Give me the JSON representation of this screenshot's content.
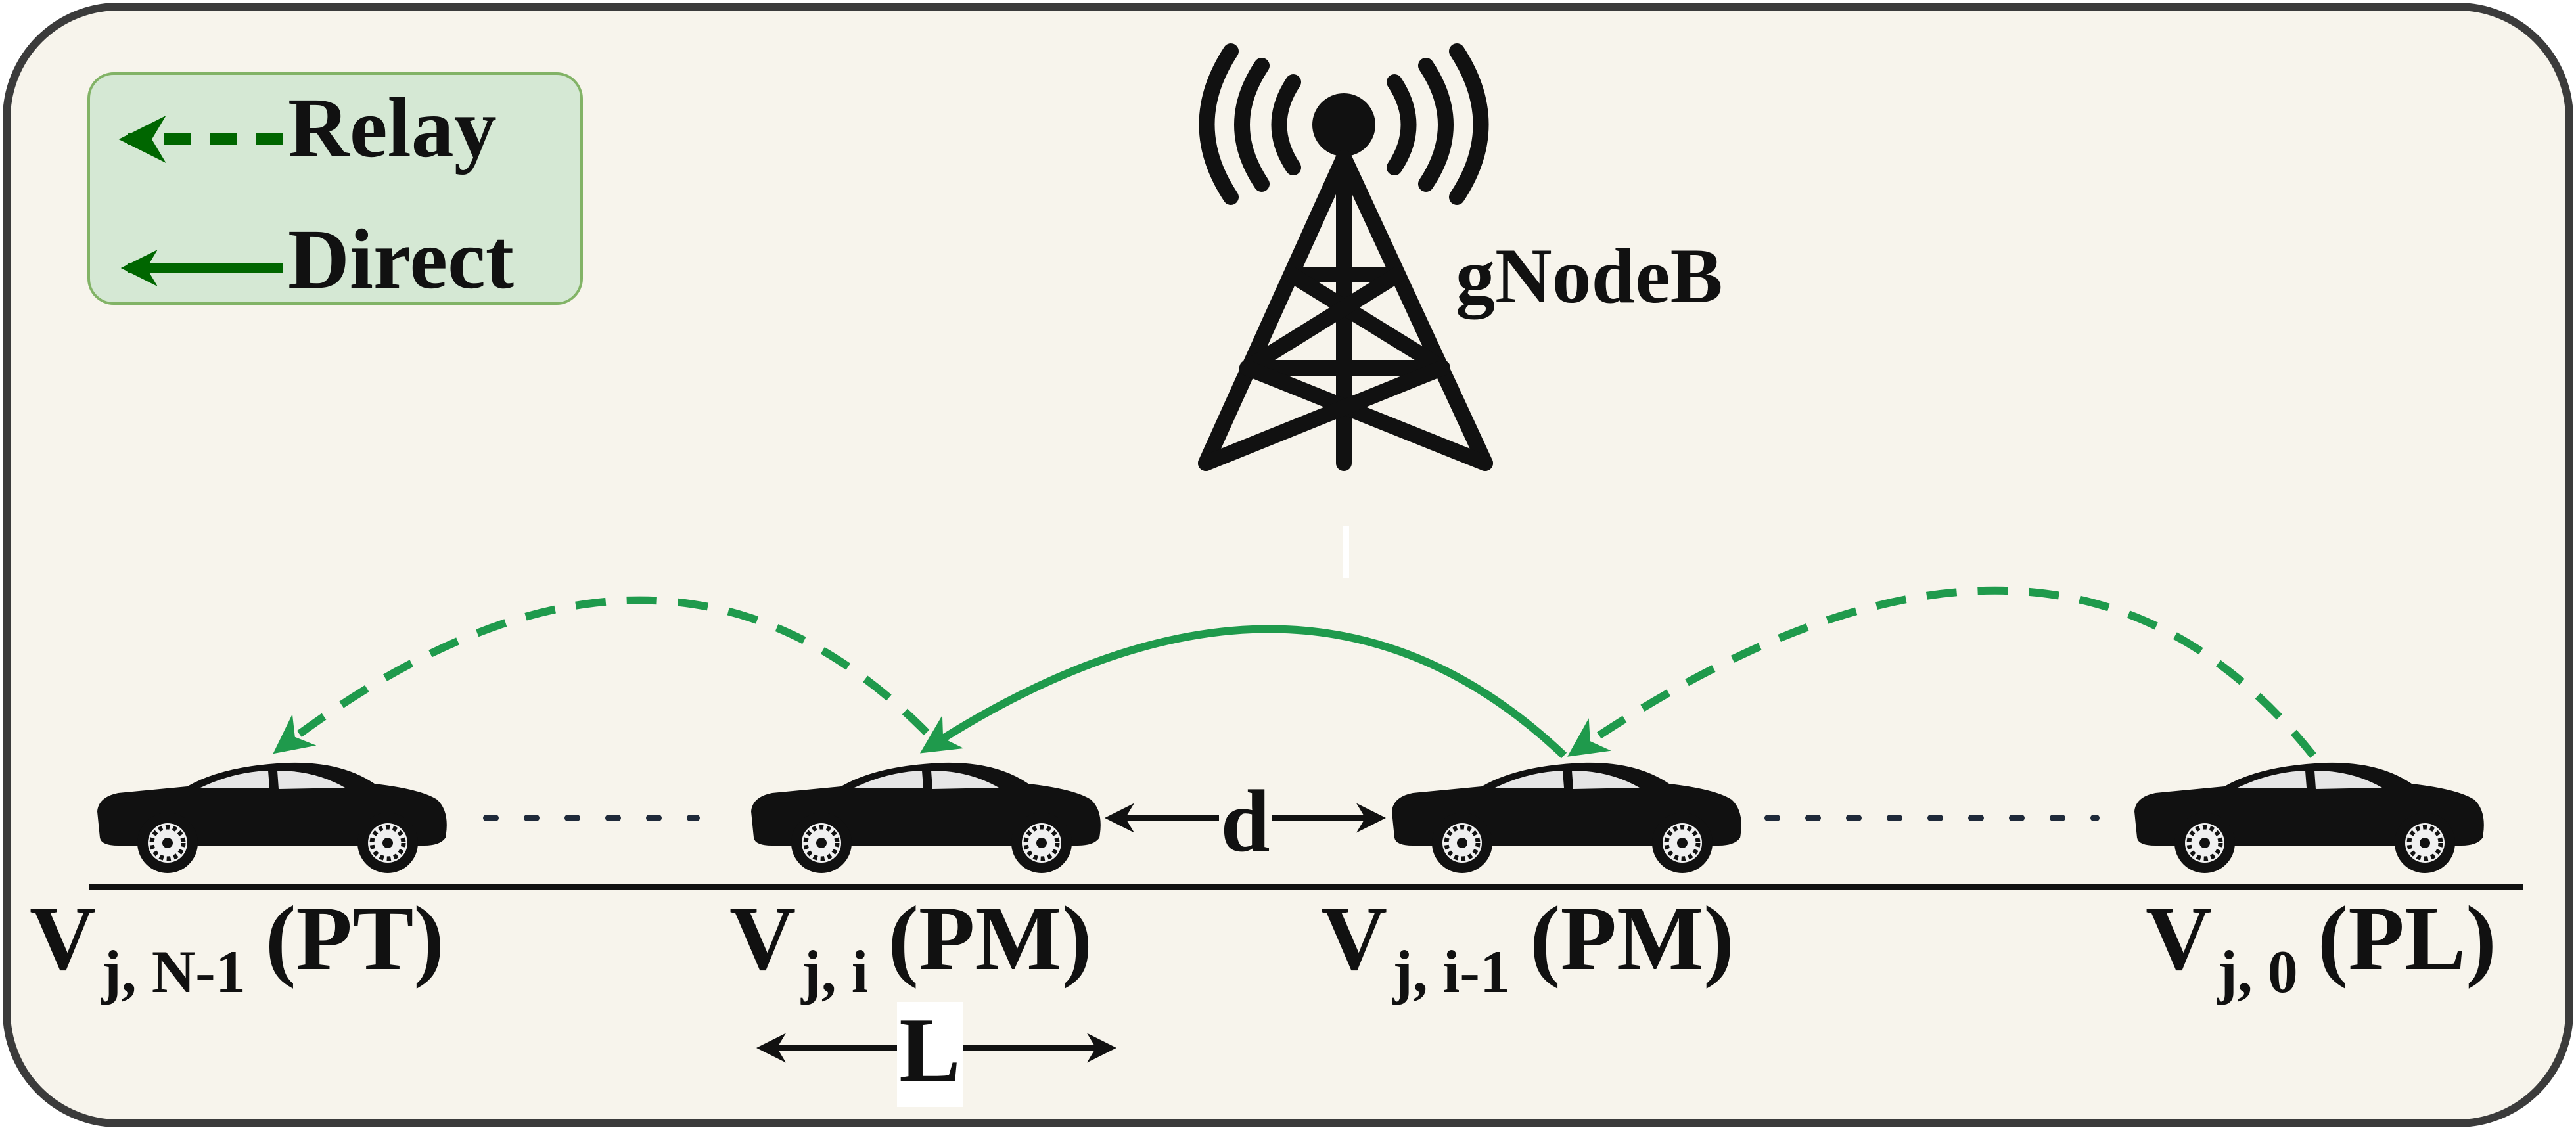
{
  "legend": {
    "relay_label": "Relay",
    "direct_label": "Direct"
  },
  "tower": {
    "label": "gNodeB"
  },
  "vehicles": [
    {
      "main": "V",
      "sub": "j, N-1",
      "role": "(PT)"
    },
    {
      "main": "V",
      "sub": "j, i",
      "role": "(PM)"
    },
    {
      "main": "V",
      "sub": "j, i-1",
      "role": "(PM)"
    },
    {
      "main": "V",
      "sub": "j, 0",
      "role": "(PL)"
    }
  ],
  "dimensions": {
    "gap_label": "d",
    "length_label": "L"
  },
  "colors": {
    "panel_bg": "#f7f4ec",
    "panel_border": "#3b3b3b",
    "legend_bg": "#d5e8d4",
    "legend_border": "#82b366",
    "legend_arrow": "#006600",
    "relay_arrow": "#1f9a4c",
    "direct_arrow": "#1f9a4c",
    "ink": "#111111"
  }
}
